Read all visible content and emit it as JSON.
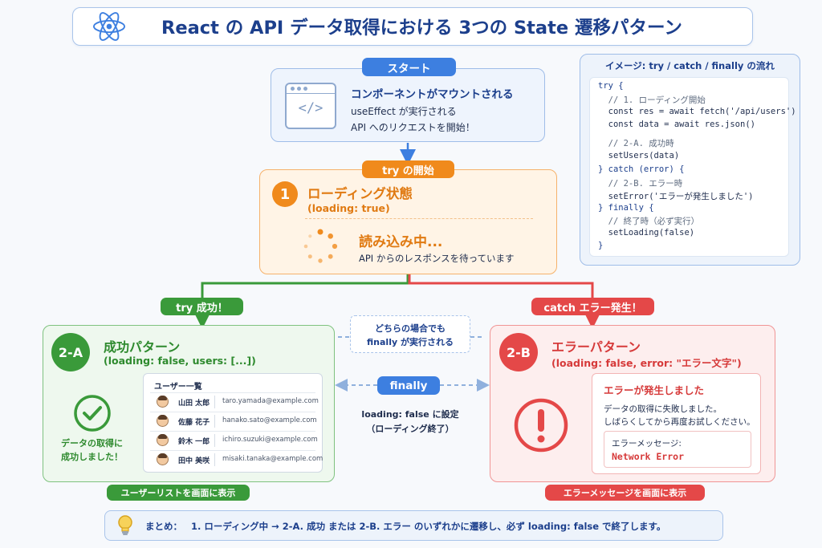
{
  "title": "React の API データ取得における 3つの State 遷移パターン",
  "start": {
    "pill": "スタート",
    "heading": "コンポーネントがマウントされる",
    "line1": "useEffect が実行される",
    "line2": "API へのリクエストを開始！",
    "icon": "code-window-icon"
  },
  "loading": {
    "pill": "try の開始",
    "number": "1",
    "heading": "ローディング状態",
    "sub": "(loading: true)",
    "status": "読み込み中...",
    "desc": "API からのレスポンスを待っています"
  },
  "code_panel": {
    "title": "イメージ: try / catch / finally の流れ",
    "lines": [
      "try {",
      "  // 1. ローディング開始",
      "  const res = await fetch('/api/users')",
      "  const data = await res.json()",
      "",
      "  // 2-A. 成功時",
      "  setUsers(data)",
      "} catch (error) {",
      "  // 2-B. エラー時",
      "  setError('エラーが発生しました')",
      "} finally {",
      "  // 終了時（必ず実行）",
      "  setLoading(false)",
      "}"
    ]
  },
  "success": {
    "pill": "try 成功！",
    "badge": "2-A",
    "heading": "成功パターン",
    "sub": "(loading: false, users: [...])",
    "check_text_1": "データの取得に",
    "check_text_2": "成功しました！",
    "list_title": "ユーザー一覧",
    "users": [
      {
        "name": "山田 太郎",
        "email": "taro.yamada@example.com"
      },
      {
        "name": "佐藤 花子",
        "email": "hanako.sato@example.com"
      },
      {
        "name": "鈴木 一郎",
        "email": "ichiro.suzuki@example.com"
      },
      {
        "name": "田中 美咲",
        "email": "misaki.tanaka@example.com"
      }
    ],
    "footer_pill": "ユーザーリストを画面に表示"
  },
  "error": {
    "pill": "catch エラー発生！",
    "badge": "2-B",
    "heading": "エラーパターン",
    "sub": "(loading: false, error: \"エラー文字\")",
    "msg_title": "エラーが発生しました",
    "msg_line1": "データの取得に失敗しました。",
    "msg_line2": "しばらくしてから再度お試しください。",
    "detail_label": "エラーメッセージ:",
    "detail_value": "Network Error",
    "footer_pill": "エラーメッセージを画面に表示"
  },
  "middle": {
    "note_line1": "どちらの場合でも",
    "note_line2": "finally が実行される",
    "finally_pill": "finally",
    "result_line1": "loading: false に設定",
    "result_line2": "（ローディング終了）"
  },
  "summary": {
    "label": "まとめ：",
    "text": "1. ローディング中 → 2-A. 成功 または 2-B. エラー のいずれかに遷移し、必ず loading: false で終了します。"
  },
  "colors": {
    "blue": "#3d7fe0",
    "navy": "#1c3f8c",
    "orange": "#f08a1c",
    "green": "#3a9a3a",
    "red": "#e44848"
  }
}
